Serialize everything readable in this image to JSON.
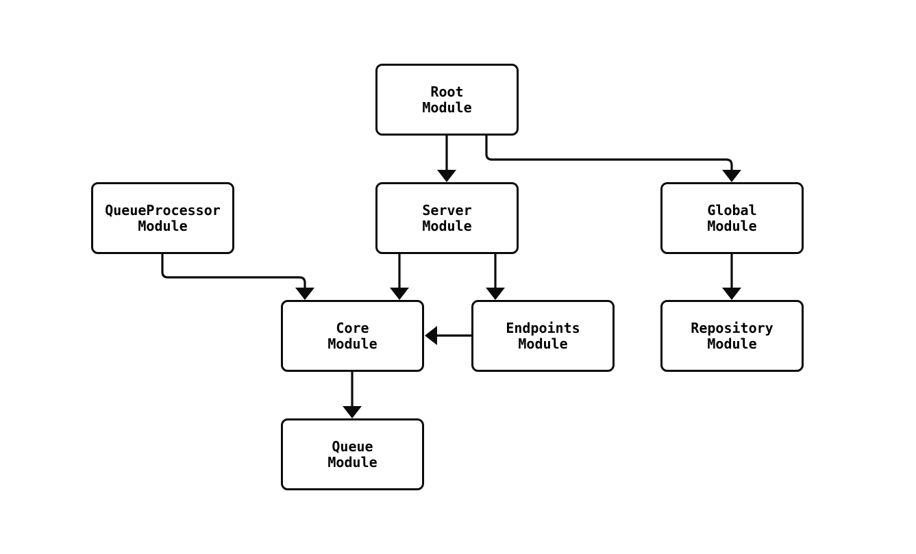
{
  "diagram": {
    "type": "flowchart",
    "background_color": "#ffffff",
    "node_border_color": "#0b0b0b",
    "node_fill_color": "#ffffff",
    "edge_color": "#0b0b0b",
    "nodes": {
      "root": {
        "label": "Root\nModule"
      },
      "server": {
        "label": "Server\nModule"
      },
      "queueprocessor": {
        "label": "QueueProcessor\nModule"
      },
      "global": {
        "label": "Global\nModule"
      },
      "core": {
        "label": "Core\nModule"
      },
      "endpoints": {
        "label": "Endpoints\nModule"
      },
      "repository": {
        "label": "Repository\nModule"
      },
      "queue": {
        "label": "Queue\nModule"
      }
    },
    "edges": [
      {
        "from": "root",
        "to": "server"
      },
      {
        "from": "root",
        "to": "global"
      },
      {
        "from": "queueprocessor",
        "to": "core"
      },
      {
        "from": "server",
        "to": "core"
      },
      {
        "from": "server",
        "to": "endpoints"
      },
      {
        "from": "endpoints",
        "to": "core"
      },
      {
        "from": "global",
        "to": "repository"
      },
      {
        "from": "core",
        "to": "queue"
      }
    ]
  }
}
